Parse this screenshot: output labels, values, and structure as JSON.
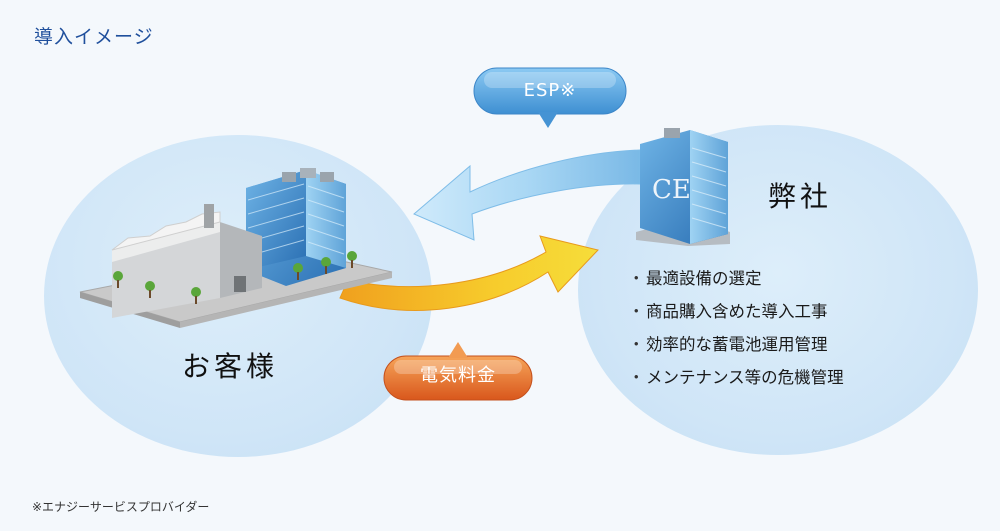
{
  "title": "導入イメージ",
  "customer_label": "お客様",
  "company_label": "弊社",
  "esp_bubble": "ESP※",
  "fee_bubble": "電気料金",
  "services": [
    "最適設備の選定",
    "商品購入含めた導入工事",
    "効率的な蓄電池運用管理",
    "メンテナンス等の危機管理"
  ],
  "footnote": "※エナジーサービスプロバイダー",
  "colors": {
    "background": "#f4f8fc",
    "circle": "#cfe5f7",
    "title": "#1f4f9c",
    "esp_bubble": "#5aa6e0",
    "esp_arrow": "#9fd0f0",
    "fee_bubble": "#e8722a",
    "fee_arrow": "#f2c22a"
  },
  "icons": {
    "customer": "factory-and-office-building-icon",
    "company": "office-tower-icon"
  }
}
